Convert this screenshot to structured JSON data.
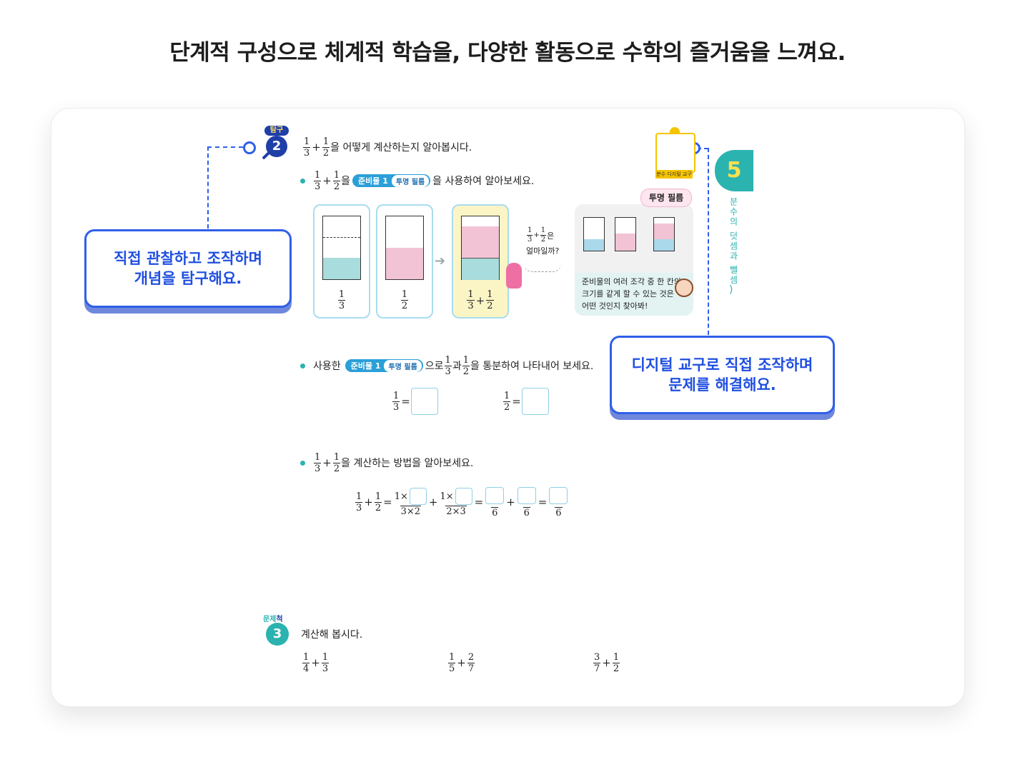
{
  "headline": "단계적 구성으로 체계적 학습을, 다양한 활동으로 수학의 즐거움을 느껴요.",
  "callouts": {
    "left": [
      "직접 관찰하고 조작하며",
      "개념을 탐구해요."
    ],
    "right": [
      "디지털 교구로 직접 조작하며",
      "문제를 해결해요."
    ]
  },
  "explore": {
    "tag": "탐구",
    "number": "2",
    "title_suffix": "을 어떻게 계산하는지 알아봅시다.",
    "bullet1_mid": "을",
    "bullet1_suffix": "을 사용하여 알아보세요.",
    "bullet2_prefix": "사용한",
    "bullet2_suffix1": "으로",
    "bullet2_mid": "과",
    "bullet2_suffix2": "을 통분하여 나타내어 보세요.",
    "bullet3_suffix": "을 계산하는 방법을 알아보세요."
  },
  "badge": {
    "label": "준비물 1",
    "inner": "투명 필름"
  },
  "fractions": {
    "one": "1",
    "two": "2",
    "three": "3",
    "four": "4",
    "five": "5",
    "six": "6",
    "seven": "7",
    "plus": "+",
    "equals": "=",
    "times_three": "1×",
    "den_3x2": "3×2",
    "den_2x3": "2×3"
  },
  "speech_bubble": {
    "suffix": "은",
    "question": "얼마일까?"
  },
  "digital": {
    "qr_caption": "분수 디지털 교구",
    "film_label": "투명 필름",
    "description": [
      "준비물의 여러 조각 중 한 칸의",
      "크기를 같게 할 수 있는 것은",
      "어떤 것인지 찾아봐!"
    ]
  },
  "chapter": {
    "number": "5",
    "title": "분수의 덧셈과 뺄셈",
    "paren": ")"
  },
  "problem": {
    "label": "문제",
    "tag": "척",
    "number": "3",
    "instruction": "계산해 봅시다."
  },
  "colors": {
    "blue": "#2f5fe8",
    "teal": "#2bb3b0",
    "pink": "#f2c3d4",
    "mint": "#a9dcdc",
    "yellow_panel": "#fbf5c6"
  }
}
